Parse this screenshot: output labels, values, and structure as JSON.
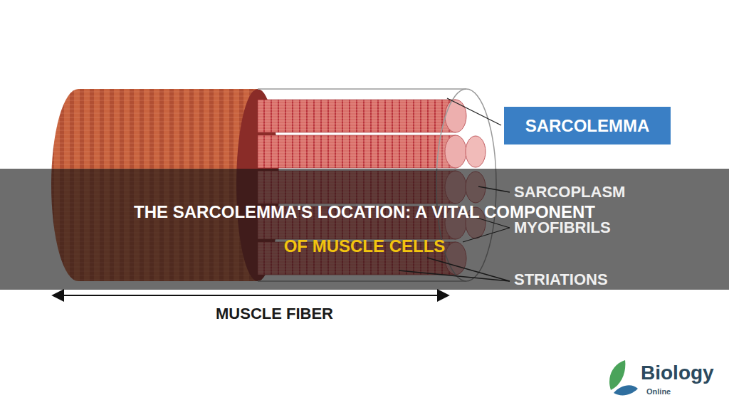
{
  "diagram": {
    "title": "THE SARCOLEMMA'S LOCATION: A VITAL COMPONENT OF MUSCLE CELLS",
    "nodes": [
      {
        "text": [
          "SARCOLEMMA"
        ]
      }
    ],
    "labels": [
      "SARCOPLASM",
      "MYOFIBRILS",
      "STRIATIONS",
      "MUSCLE FIBER",
      "Biology",
      "Online"
    ]
  }
}
